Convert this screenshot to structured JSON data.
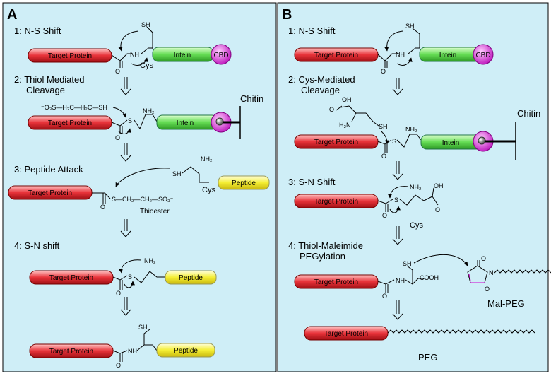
{
  "panels": {
    "a": "A",
    "b": "B"
  },
  "colors": {
    "background": "#cfeef7",
    "target": "#e8333a",
    "intein": "#66dd55",
    "cbd": "#dd44dd",
    "peptide": "#f4ee33"
  },
  "left": {
    "steps": [
      "1: N-S Shift",
      "2: Thiol Mediated",
      "Cleavage",
      "3: Peptide Attack",
      "4: S-N shift"
    ],
    "target": "Target Protein",
    "intein": "Intein",
    "cbd": "CBD",
    "peptide": "Peptide",
    "chitin": "Chitin",
    "thioester": "Thioester",
    "cys": "Cys",
    "mesna_a": "⁻O₃S—H₂C—H₂C—SH",
    "mesna_b": "S—CH₂—CH₂—SO₃⁻"
  },
  "right": {
    "steps": [
      "1: N-S Shift",
      "2: Cys-Mediated",
      "Cleavage",
      "3: S-N Shift",
      "4: Thiol-Maleimide",
      "PEGylation"
    ],
    "target": "Target Protein",
    "intein": "Intein",
    "cbd": "CBD",
    "chitin": "Chitin",
    "cys": "Cys",
    "cooh": "COOH",
    "malpeg": "Mal-PEG",
    "peg": "PEG"
  },
  "chem": {
    "sh": "SH",
    "nh": "NH",
    "nh2": "NH₂",
    "h2n": "H₂N",
    "oh": "OH",
    "o": "O",
    "s": "S",
    "n": "N"
  }
}
